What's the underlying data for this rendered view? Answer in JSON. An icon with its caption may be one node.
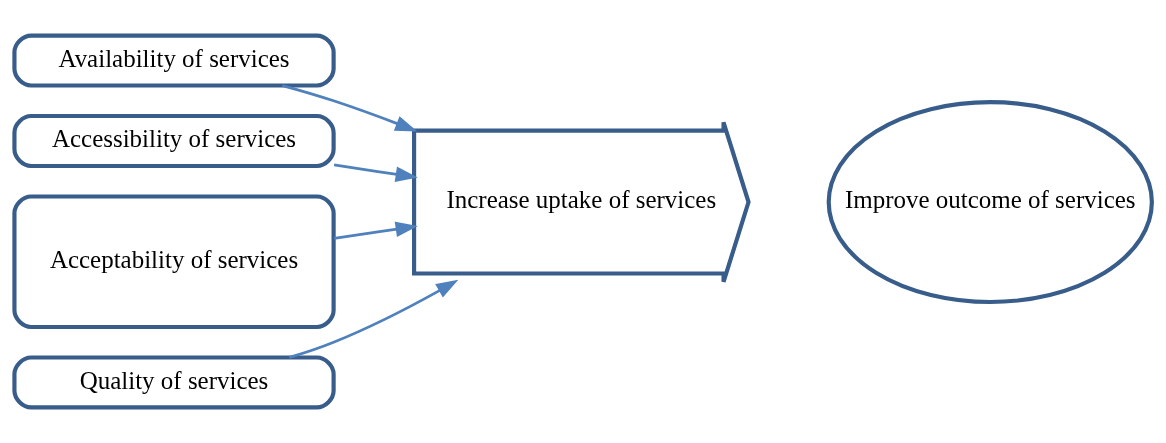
{
  "diagram": {
    "nodes": [
      {
        "text": [
          "Availability of services"
        ]
      },
      {
        "text": [
          "Accessibility of services"
        ]
      },
      {
        "text": [
          "Acceptability of services"
        ]
      },
      {
        "text": [
          "Quality of services"
        ]
      },
      {
        "text": [
          "Increase uptake of services"
        ]
      },
      {
        "text": [
          "Improve outcome of services"
        ]
      }
    ],
    "edges": [
      {
        "from": 0,
        "to": 4,
        "arrow": "to"
      },
      {
        "from": 1,
        "to": 4,
        "arrow": "to"
      },
      {
        "from": 2,
        "to": 4,
        "arrow": "to"
      },
      {
        "from": 3,
        "to": 4,
        "arrow": "to"
      }
    ]
  }
}
